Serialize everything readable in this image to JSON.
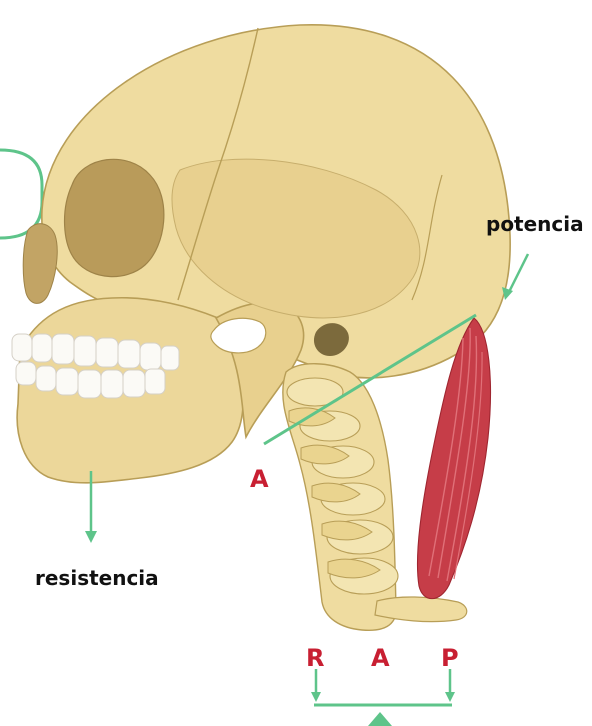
{
  "labels": {
    "potencia": "potencia",
    "resistencia": "resistencia"
  },
  "letters": {
    "fulcrum_on_skull": "A",
    "lever_resistance": "R",
    "lever_fulcrum": "A",
    "lever_power": "P"
  },
  "colors": {
    "bone": "#efdca0",
    "bone_shadow": "#d9c27d",
    "bone_line": "#b89e57",
    "teeth": "#fbfaf6",
    "muscle": "#c63d48",
    "muscle_light": "#e07078",
    "guide_line": "#5ec48a",
    "letter": "#c81f32",
    "label": "#111111"
  },
  "icons": {
    "left_arc": "rounded-bracket-icon"
  }
}
